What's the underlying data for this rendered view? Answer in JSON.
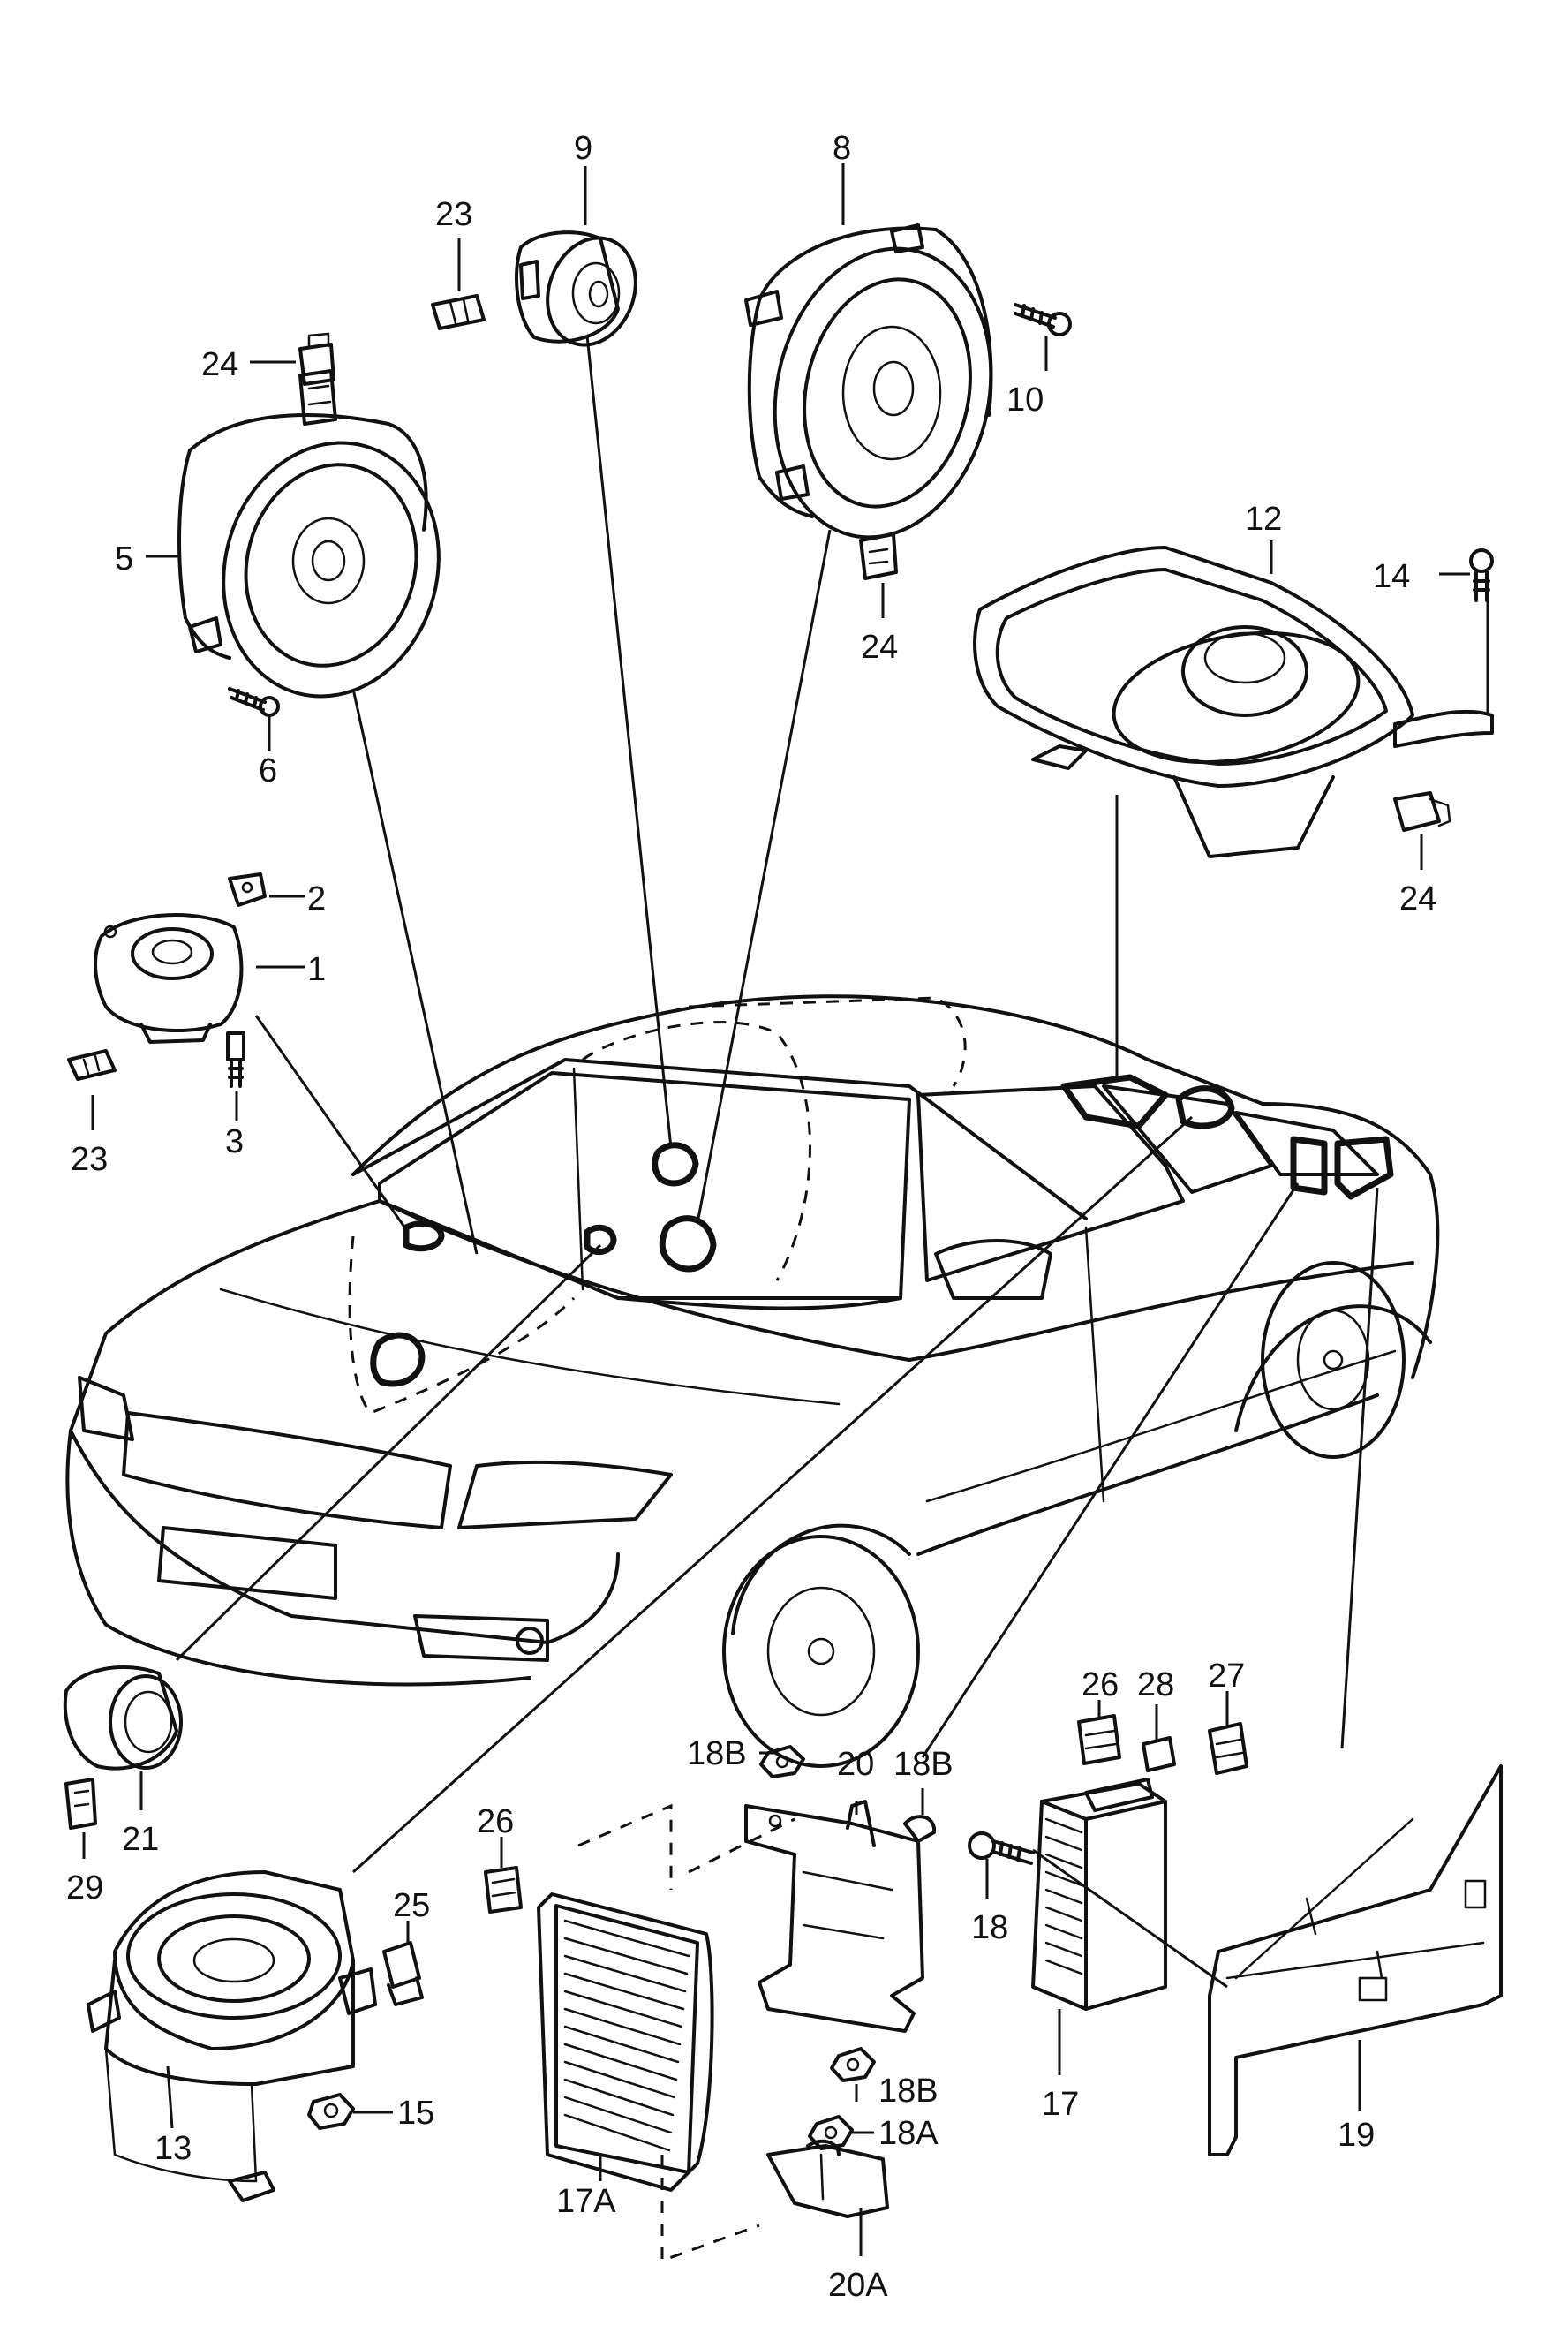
{
  "diagram": {
    "labels": {
      "p1": "1",
      "p2": "2",
      "p3": "3",
      "p5": "5",
      "p6": "6",
      "p8": "8",
      "p9": "9",
      "p10": "10",
      "p12": "12",
      "p13": "13",
      "p14": "14",
      "p15": "15",
      "p17": "17",
      "p17a": "17A",
      "p18": "18",
      "p18a": "18A",
      "p18b_top_left": "18B",
      "p18b_top_right": "18B",
      "p18b_bottom": "18B",
      "p19": "19",
      "p20": "20",
      "p20a": "20A",
      "p21": "21",
      "p23_top": "23",
      "p23_left": "23",
      "p24_top_left": "24",
      "p24_mid": "24",
      "p24_right": "24",
      "p25": "25",
      "p26_left": "26",
      "p26_right": "26",
      "p27": "27",
      "p28": "28",
      "p29": "29"
    }
  }
}
